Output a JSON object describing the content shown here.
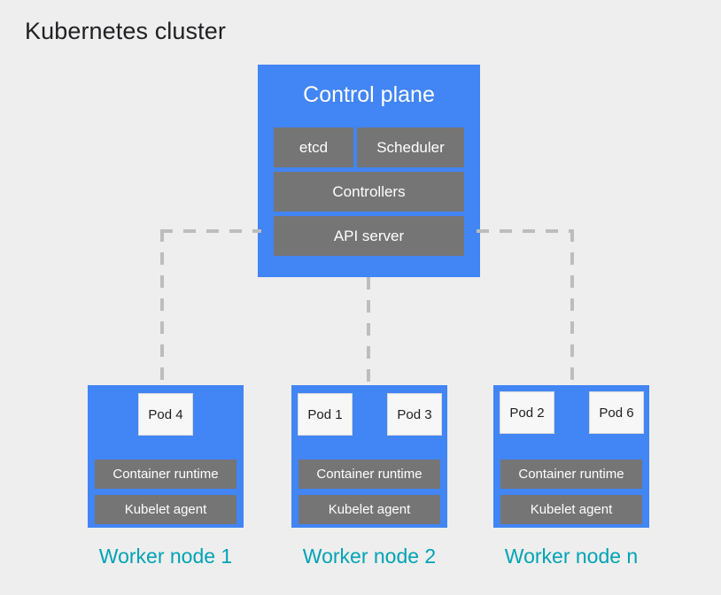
{
  "title": "Kubernetes cluster",
  "colors": {
    "background": "#eeeeee",
    "node_blue": "#4285f4",
    "component_gray": "#757575",
    "pod_white": "#f7f7f7",
    "label_teal": "#00a3b5",
    "connector_gray": "#bdbdbd",
    "title_text": "#202124"
  },
  "control_plane": {
    "title": "Control plane",
    "components": [
      {
        "label": "etcd"
      },
      {
        "label": "Scheduler"
      },
      {
        "label": "Controllers"
      },
      {
        "label": "API server"
      }
    ]
  },
  "workers": [
    {
      "label": "Worker node 1",
      "pods": [
        {
          "label": "Pod 4"
        }
      ],
      "runtime": "Container runtime",
      "kubelet": "Kubelet agent"
    },
    {
      "label": "Worker node 2",
      "pods": [
        {
          "label": "Pod 1"
        },
        {
          "label": "Pod 3"
        }
      ],
      "runtime": "Container runtime",
      "kubelet": "Kubelet agent"
    },
    {
      "label": "Worker node n",
      "pods": [
        {
          "label": "Pod 2"
        },
        {
          "label": "Pod 6"
        }
      ],
      "runtime": "Container runtime",
      "kubelet": "Kubelet agent"
    }
  ],
  "connectors": [
    {
      "name": "api-server-to-worker-1"
    },
    {
      "name": "control-plane-to-worker-2"
    },
    {
      "name": "api-server-to-worker-n"
    }
  ]
}
